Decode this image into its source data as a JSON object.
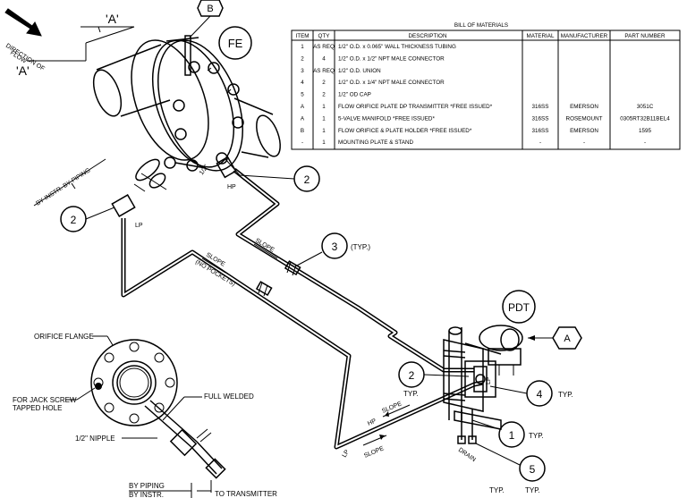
{
  "drawing": {
    "direction_of_flow": [
      "DIRECTION OF",
      "FLOW"
    ],
    "section_marks": [
      "'A'",
      "'A'"
    ],
    "tags": {
      "fe": "FE",
      "pdt": "PDT"
    },
    "ref_hexes": {
      "b": "B",
      "a": "A"
    },
    "item_bubbles": [
      {
        "id": "bubble-2-flange",
        "text": "2"
      },
      {
        "id": "bubble-2-left",
        "text": "2"
      },
      {
        "id": "bubble-3",
        "text": "3"
      },
      {
        "id": "bubble-2-manifold",
        "text": "2"
      },
      {
        "id": "bubble-4",
        "text": "4"
      },
      {
        "id": "bubble-1",
        "text": "1"
      },
      {
        "id": "bubble-5",
        "text": "5"
      }
    ],
    "callouts": {
      "typ_3": "(TYP.)",
      "typ_2": "TYP.",
      "typ_4": "TYP.",
      "typ_1": "TYP.",
      "typ_bottom_1": "TYP.",
      "typ_bottom_2": "TYP.",
      "slope_1": "SLOPE",
      "slope_2": "SLOPE",
      "no_pockets": "(NO POCKETS)",
      "slope_3": "SLOPE",
      "slope_4": "SLOPE",
      "hp_1": "HP",
      "lp_1": "LP",
      "hp_2": "HP",
      "lp_2": "LP",
      "half_inch": "1/2\"",
      "drain": "DRAIN",
      "lp_3": "LP",
      "by_instr_by_piping": "BY INSTR.  BY PIPING"
    },
    "detail": {
      "orifice_flange": "ORIFICE FLANGE",
      "jack_screw": [
        "FOR JACK SCREW",
        "TAPPED HOLE"
      ],
      "full_welded": "FULL WELDED",
      "nipple": "1/2\" NIPPLE",
      "by_piping": "BY PIPING",
      "by_instr": "BY INSTR.",
      "to_transmitter": "TO TRANSMITTER"
    }
  },
  "bom": {
    "title": "BILL OF MATERIALS",
    "headers": [
      "ITEM",
      "QTY",
      "DESCRIPTION",
      "MATERIAL",
      "MANUFACTURER",
      "PART NUMBER"
    ],
    "rows": [
      [
        "1",
        "AS REQ",
        "1/2\" O.D. x 0.065\" WALL THICKNESS TUBING",
        "",
        "",
        ""
      ],
      [
        "2",
        "4",
        "1/2\" O.D. x 1/2\" NPT MALE CONNECTOR",
        "",
        "",
        ""
      ],
      [
        "3",
        "AS REQ",
        "1/2\" O.D. UNION",
        "",
        "",
        ""
      ],
      [
        "4",
        "2",
        "1/2\" O.D. x 1/4\" NPT MALE CONNECTOR",
        "",
        "",
        ""
      ],
      [
        "5",
        "2",
        "1/2\" OD CAP",
        "",
        "",
        ""
      ],
      [
        "A",
        "1",
        "FLOW ORIFICE PLATE DP TRANSMITTER *FREE ISSUED*",
        "316SS",
        "EMERSON",
        "3051C"
      ],
      [
        "A",
        "1",
        "5-VALVE MANIFOLD *FREE ISSUED*",
        "316SS",
        "ROSEMOUNT",
        "0305RT32B11BEL4"
      ],
      [
        "B",
        "1",
        "FLOW ORIFICE & PLATE HOLDER *FREE ISSUED*",
        "316SS",
        "EMERSON",
        "1595"
      ],
      [
        "-",
        "1",
        "MOUNTING PLATE & STAND",
        "-",
        "-",
        "-"
      ]
    ]
  }
}
